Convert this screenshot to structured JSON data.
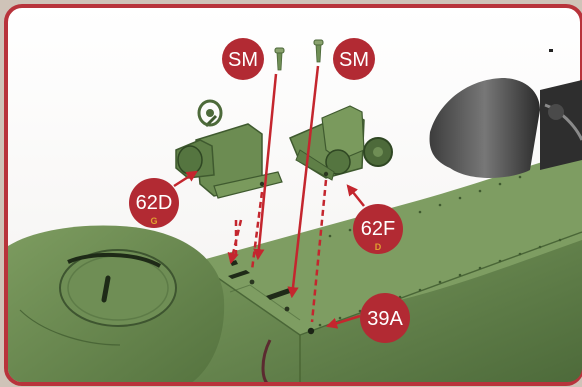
{
  "labels": {
    "sm_left": "SM",
    "sm_right": "SM",
    "part_62d": "62D",
    "part_62d_sub": "G",
    "part_62f": "62F",
    "part_62f_sub": "D",
    "part_39a": "39A"
  },
  "colors": {
    "frame_border": "#b8333b",
    "callout_fill": "#b22a33",
    "callout_text": "#ffffff",
    "sub_text": "#e0a030",
    "hull_green": "#6f8e55",
    "hull_dark": "#4f6e3c",
    "arrow": "#c4262e"
  }
}
